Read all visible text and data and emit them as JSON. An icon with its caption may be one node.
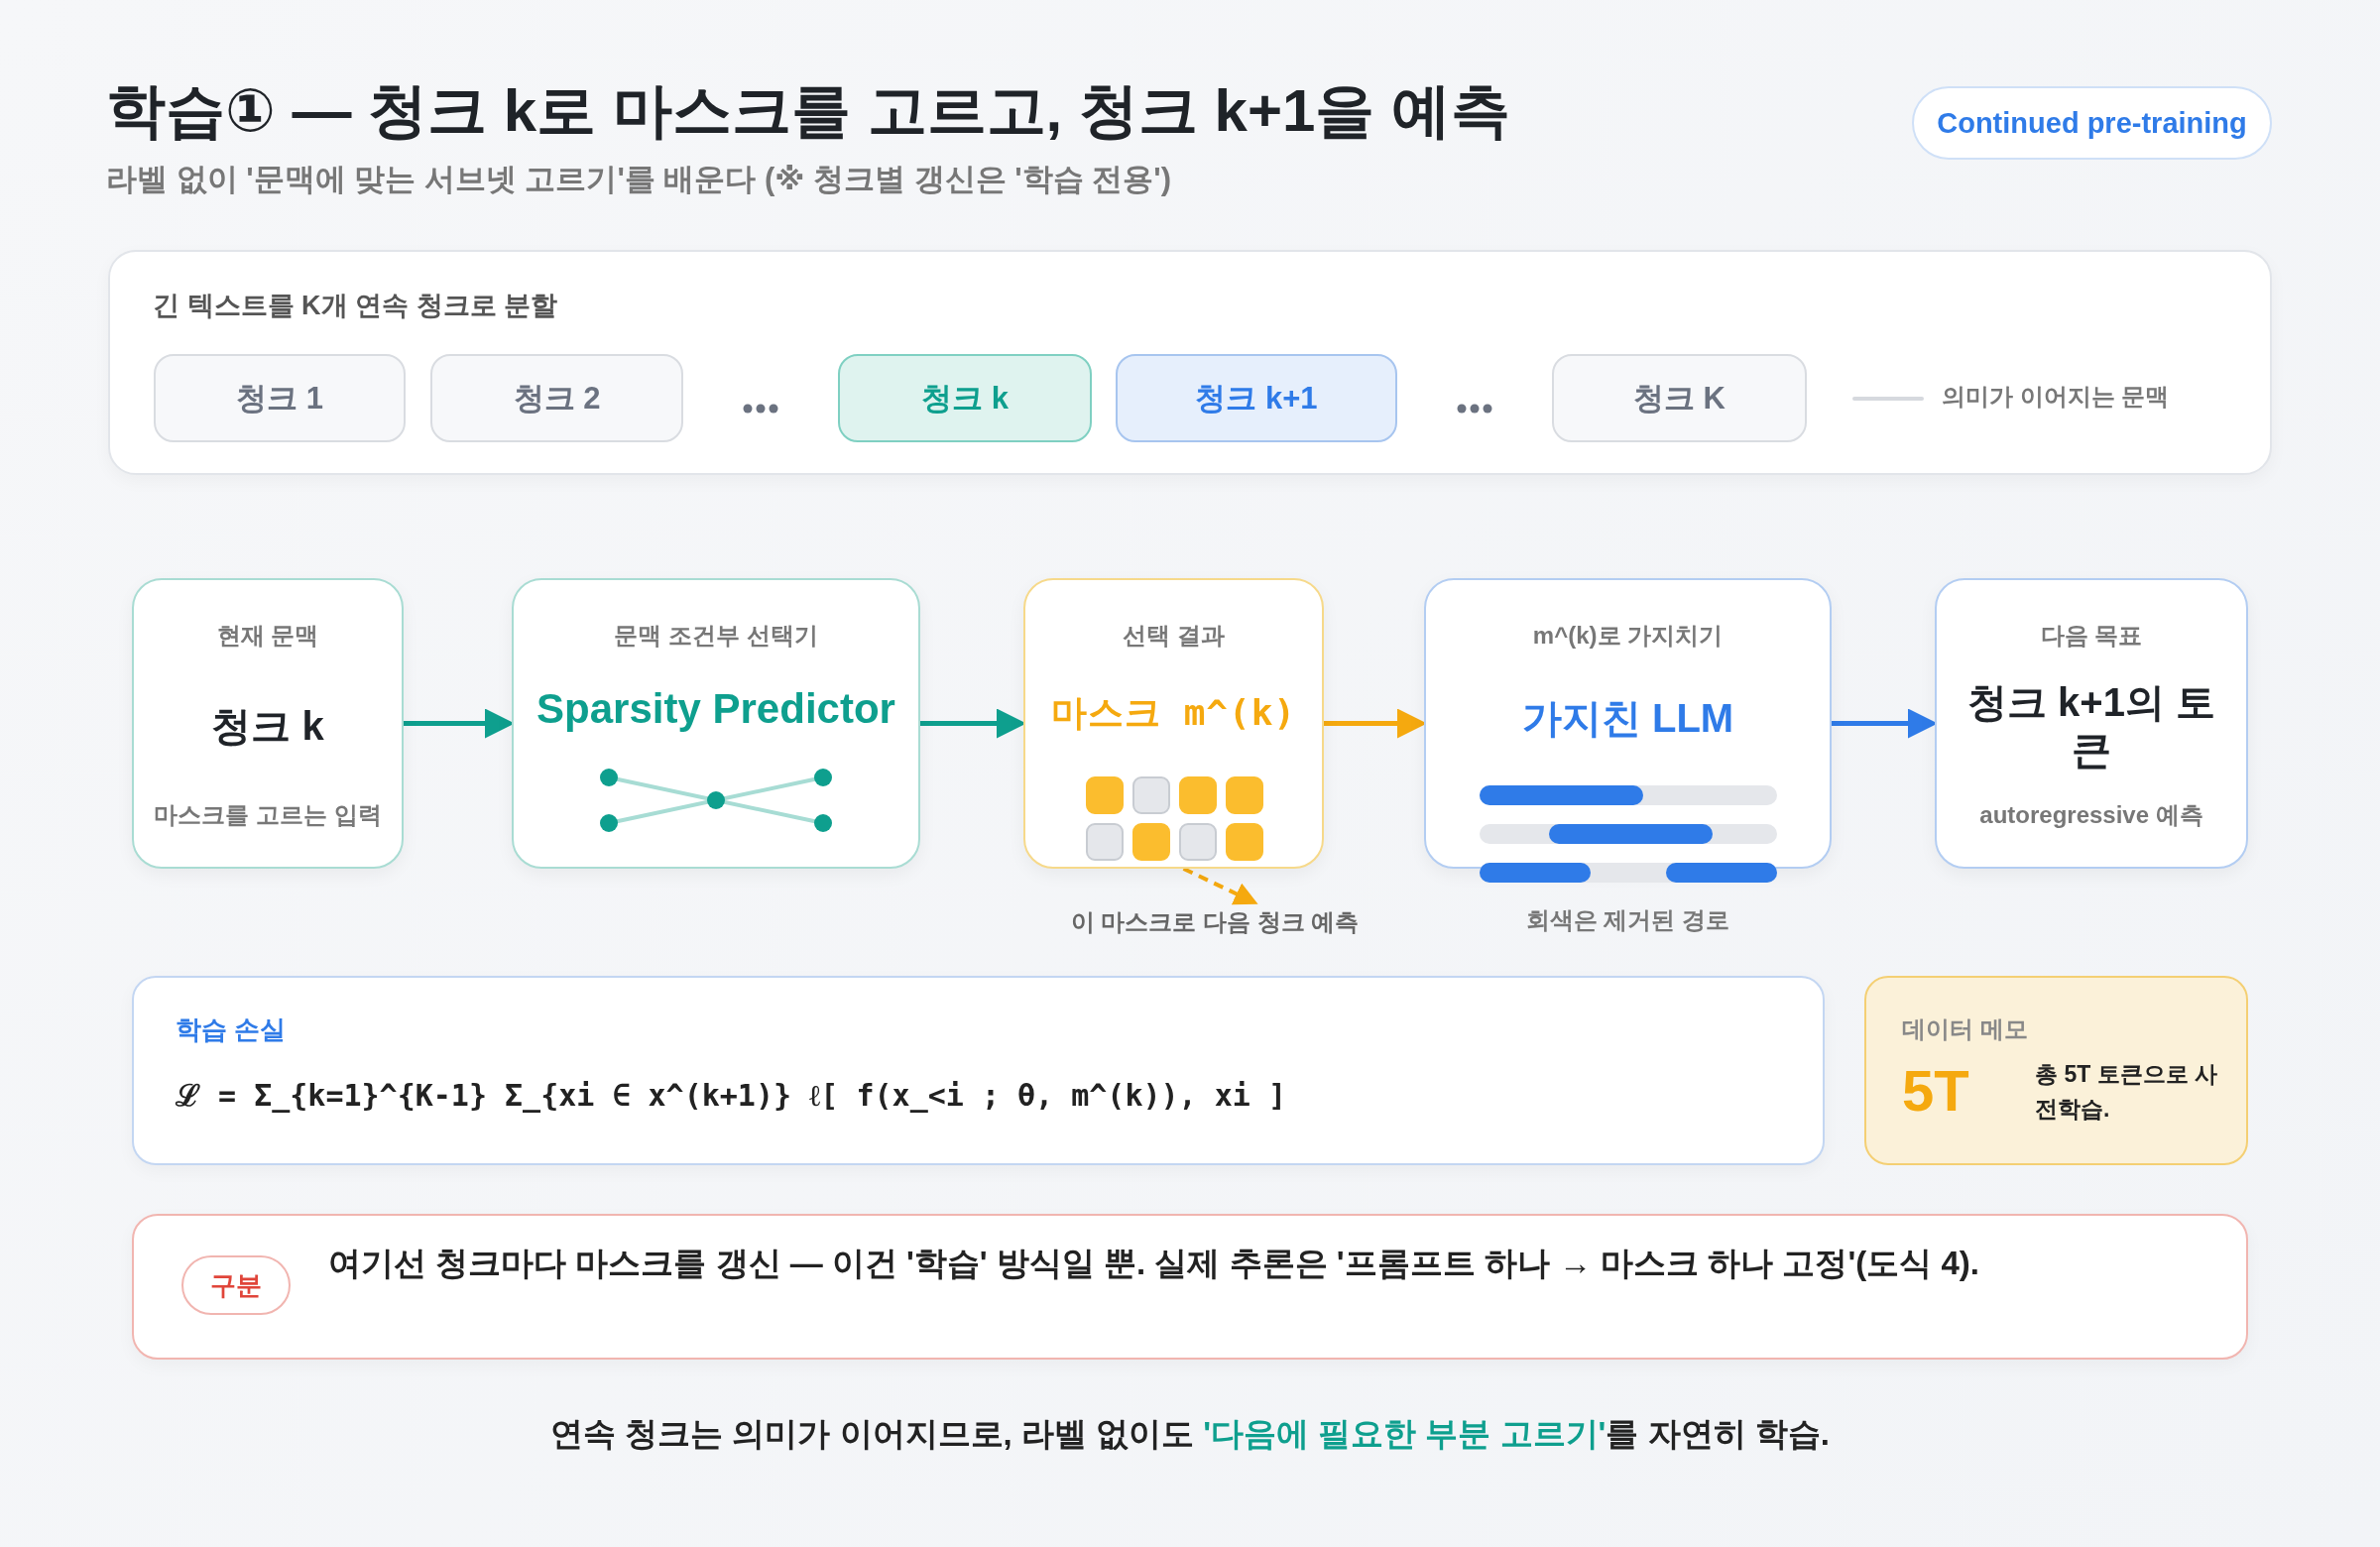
{
  "diagram": {
    "title": "학습① — 청크 k로 마스크를 고르고, 청크 k+1을 예측",
    "caption": "연속 청크는 의미가 이어지므로, 라벨 없이도 **'다음에 필요한 부분 고르기'**를 자연히 학습.",
    "nodes": [
      {
        "text": [
          "Continued pre-training"
        ]
      },
      {
        "text": [
          "긴 텍스트를 K개 연속 청크로 분할"
        ]
      },
      {
        "text": [
          "청크 1"
        ],
        "in": 1
      },
      {
        "text": [
          "청크 2"
        ],
        "in": 1
      },
      {
        "text": [
          "청크 k"
        ],
        "in": 1
      },
      {
        "text": [
          "청크 k+1"
        ],
        "in": 1
      },
      {
        "text": [
          "청크 K"
        ],
        "in": 1
      },
      {
        "text": [
          "현재 문맥",
          "청크 k",
          "마스크를 고르는 입력"
        ]
      },
      {
        "text": [
          "문맥 조건부 선택기",
          "Sparsity Predictor"
        ]
      },
      {
        "text": [
          "선택 결과",
          "마스크 m^(k)"
        ]
      },
      {
        "text": [
          "m^(k)로 가지치기",
          "가지친 LLM"
        ],
        "beside": [
          "회색은 제거된 경로"
        ]
      },
      {
        "text": [
          "다음 목표",
          "청크 k+1의 토큰",
          "autoregressive 예측"
        ]
      },
      {
        "text": [
          "이 마스크로 다음 청크 예측"
        ]
      },
      {
        "text": [
          "학습 손실",
          "ℒ = Σ_{k=1}^{K-1} Σ_{xi ∈ x^(k+1)} ℓ[ f(x_<i ; θ, m^(k)), xi ]"
        ]
      },
      {
        "text": [
          "데이터 메모",
          "5T",
          "총 5T 토큰으로 사전학습."
        ]
      },
      {
        "text": [
          "구분",
          "여기선 청크마다 마스크를 갱신 — 이건 '학습' 방식일 뿐. 실제 추론은 '프롬프트 하나 → 마스크 하나 고정'(도식 4)."
        ]
      }
    ],
    "edges": [
      {
        "from": 7,
        "to": 8,
        "arrow": "to"
      },
      {
        "from": 8,
        "to": 9,
        "arrow": "to"
      },
      {
        "from": 9,
        "to": 10,
        "arrow": "to",
        "color": "#f5a90f"
      },
      {
        "from": 10,
        "to": 11,
        "arrow": "to",
        "color": "#2f7be8"
      },
      {
        "from": 9,
        "to": 12,
        "arrow": "to",
        "style": "dashed",
        "color": "#f5a90f"
      }
    ],
    "labels": [
      "라벨 없이 '문맥에 맞는 서브넷 고르기'를 배운다 (※ 청크별 갱신은 '학습 전용')"
    ],
    "legend": [
      {
        "text": "의미가 이어지는 문맥"
      }
    ]
  }
}
